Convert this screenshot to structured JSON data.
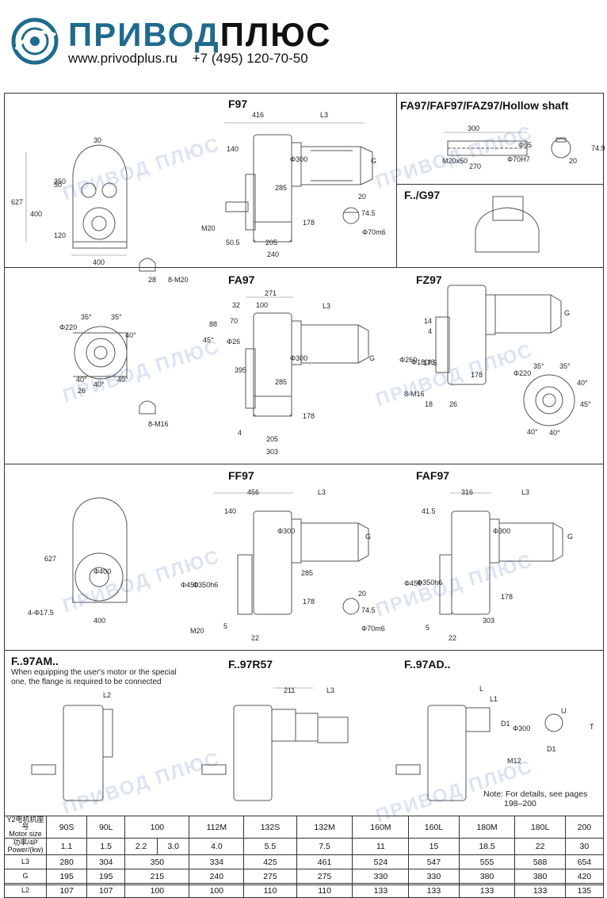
{
  "brand": {
    "name_part1": "ПРИВОД",
    "name_part2": "ПЛЮС",
    "website": "www.privodplus.ru",
    "phone": "+7 (495) 120-70-50"
  },
  "watermark": "ПРИВОД ПЛЮС",
  "sections": {
    "f97": {
      "title": "F97",
      "dims": [
        "416",
        "L3",
        "30",
        "140",
        "Φ300",
        "G",
        "627",
        "400",
        "350",
        "50",
        "120",
        "285",
        "178",
        "20",
        "74.5",
        "Φ70m6",
        "M20",
        "50.5",
        "205",
        "240",
        "400",
        "28",
        "8-M20"
      ]
    },
    "hollow": {
      "title": "FA97/FAF97/FAZ97/Hollow shaft",
      "dims": [
        "300",
        "M20x50",
        "270",
        "Φ70H7",
        "Φ95",
        "74.9",
        "20"
      ]
    },
    "g97": {
      "title": "F../G97"
    },
    "fa97": {
      "title": "FA97",
      "dims": [
        "271",
        "32",
        "100",
        "L3",
        "70",
        "88",
        "Φ26",
        "45°",
        "Φ300",
        "G",
        "395",
        "285",
        "178",
        "4",
        "205",
        "303",
        "Φ220",
        "35°",
        "35°",
        "40°",
        "40°",
        "40°",
        "40°",
        "26",
        "8-M16"
      ]
    },
    "fz97": {
      "title": "FZ97",
      "dims": [
        "14",
        "4",
        "Φ260",
        "Φ180f6",
        "17.5",
        "8-M16",
        "18",
        "26",
        "178",
        "G",
        "Φ220",
        "35°",
        "35°",
        "40°",
        "45°",
        "40°",
        "40°"
      ]
    },
    "ff97": {
      "title": "FF97",
      "dims": [
        "456",
        "L3",
        "140",
        "Φ300",
        "G",
        "627",
        "Φ400",
        "Φ450",
        "Φ350h6",
        "285",
        "178",
        "4-Φ17.5",
        "400",
        "M20",
        "5",
        "22",
        "20",
        "74.5",
        "Φ70m6"
      ]
    },
    "faf97": {
      "title": "FAF97",
      "dims": [
        "316",
        "L3",
        "41.5",
        "G",
        "Φ300",
        "Φ450",
        "Φ350h6",
        "178",
        "303",
        "5",
        "22"
      ]
    },
    "am": {
      "title": "F..97AM..",
      "note_line1": "When equipping the user's motor or the special",
      "note_line2": "one, the flange is required to be connected",
      "dims": [
        "L2"
      ]
    },
    "r57": {
      "title": "F..97R57",
      "dims": [
        "211",
        "L3"
      ]
    },
    "ad": {
      "title": "F..97AD..",
      "dims": [
        "L",
        "L1",
        "D1",
        "Φ300",
        "M12",
        "U",
        "T",
        "D1"
      ],
      "note_line1": "Note: For details, see pages",
      "note_line2": "198–200"
    }
  },
  "table": {
    "headers": {
      "motor_cn": "Y2电机机座号",
      "motor_en": "Motor size",
      "power_cn": "功率/4P",
      "power_en": "Power/(kw)"
    },
    "motor_sizes": [
      "90S",
      "90L",
      "100",
      "112M",
      "132S",
      "132M",
      "160M",
      "160L",
      "180M",
      "180L",
      "200"
    ],
    "power": [
      "1.1",
      "1.5",
      "2.2",
      "3.0",
      "4.0",
      "5.5",
      "7.5",
      "11",
      "15",
      "18.5",
      "22",
      "30"
    ],
    "rows": [
      {
        "label": "L3",
        "values": [
          "280",
          "304",
          "350",
          "334",
          "425",
          "461",
          "524",
          "547",
          "555",
          "588",
          "654"
        ]
      },
      {
        "label": "G",
        "values": [
          "195",
          "195",
          "215",
          "240",
          "275",
          "275",
          "330",
          "330",
          "380",
          "380",
          "420"
        ]
      },
      {
        "label": "L2",
        "values": [
          "107",
          "107",
          "100",
          "100",
          "110",
          "110",
          "133",
          "133",
          "133",
          "133",
          "135"
        ]
      }
    ]
  }
}
